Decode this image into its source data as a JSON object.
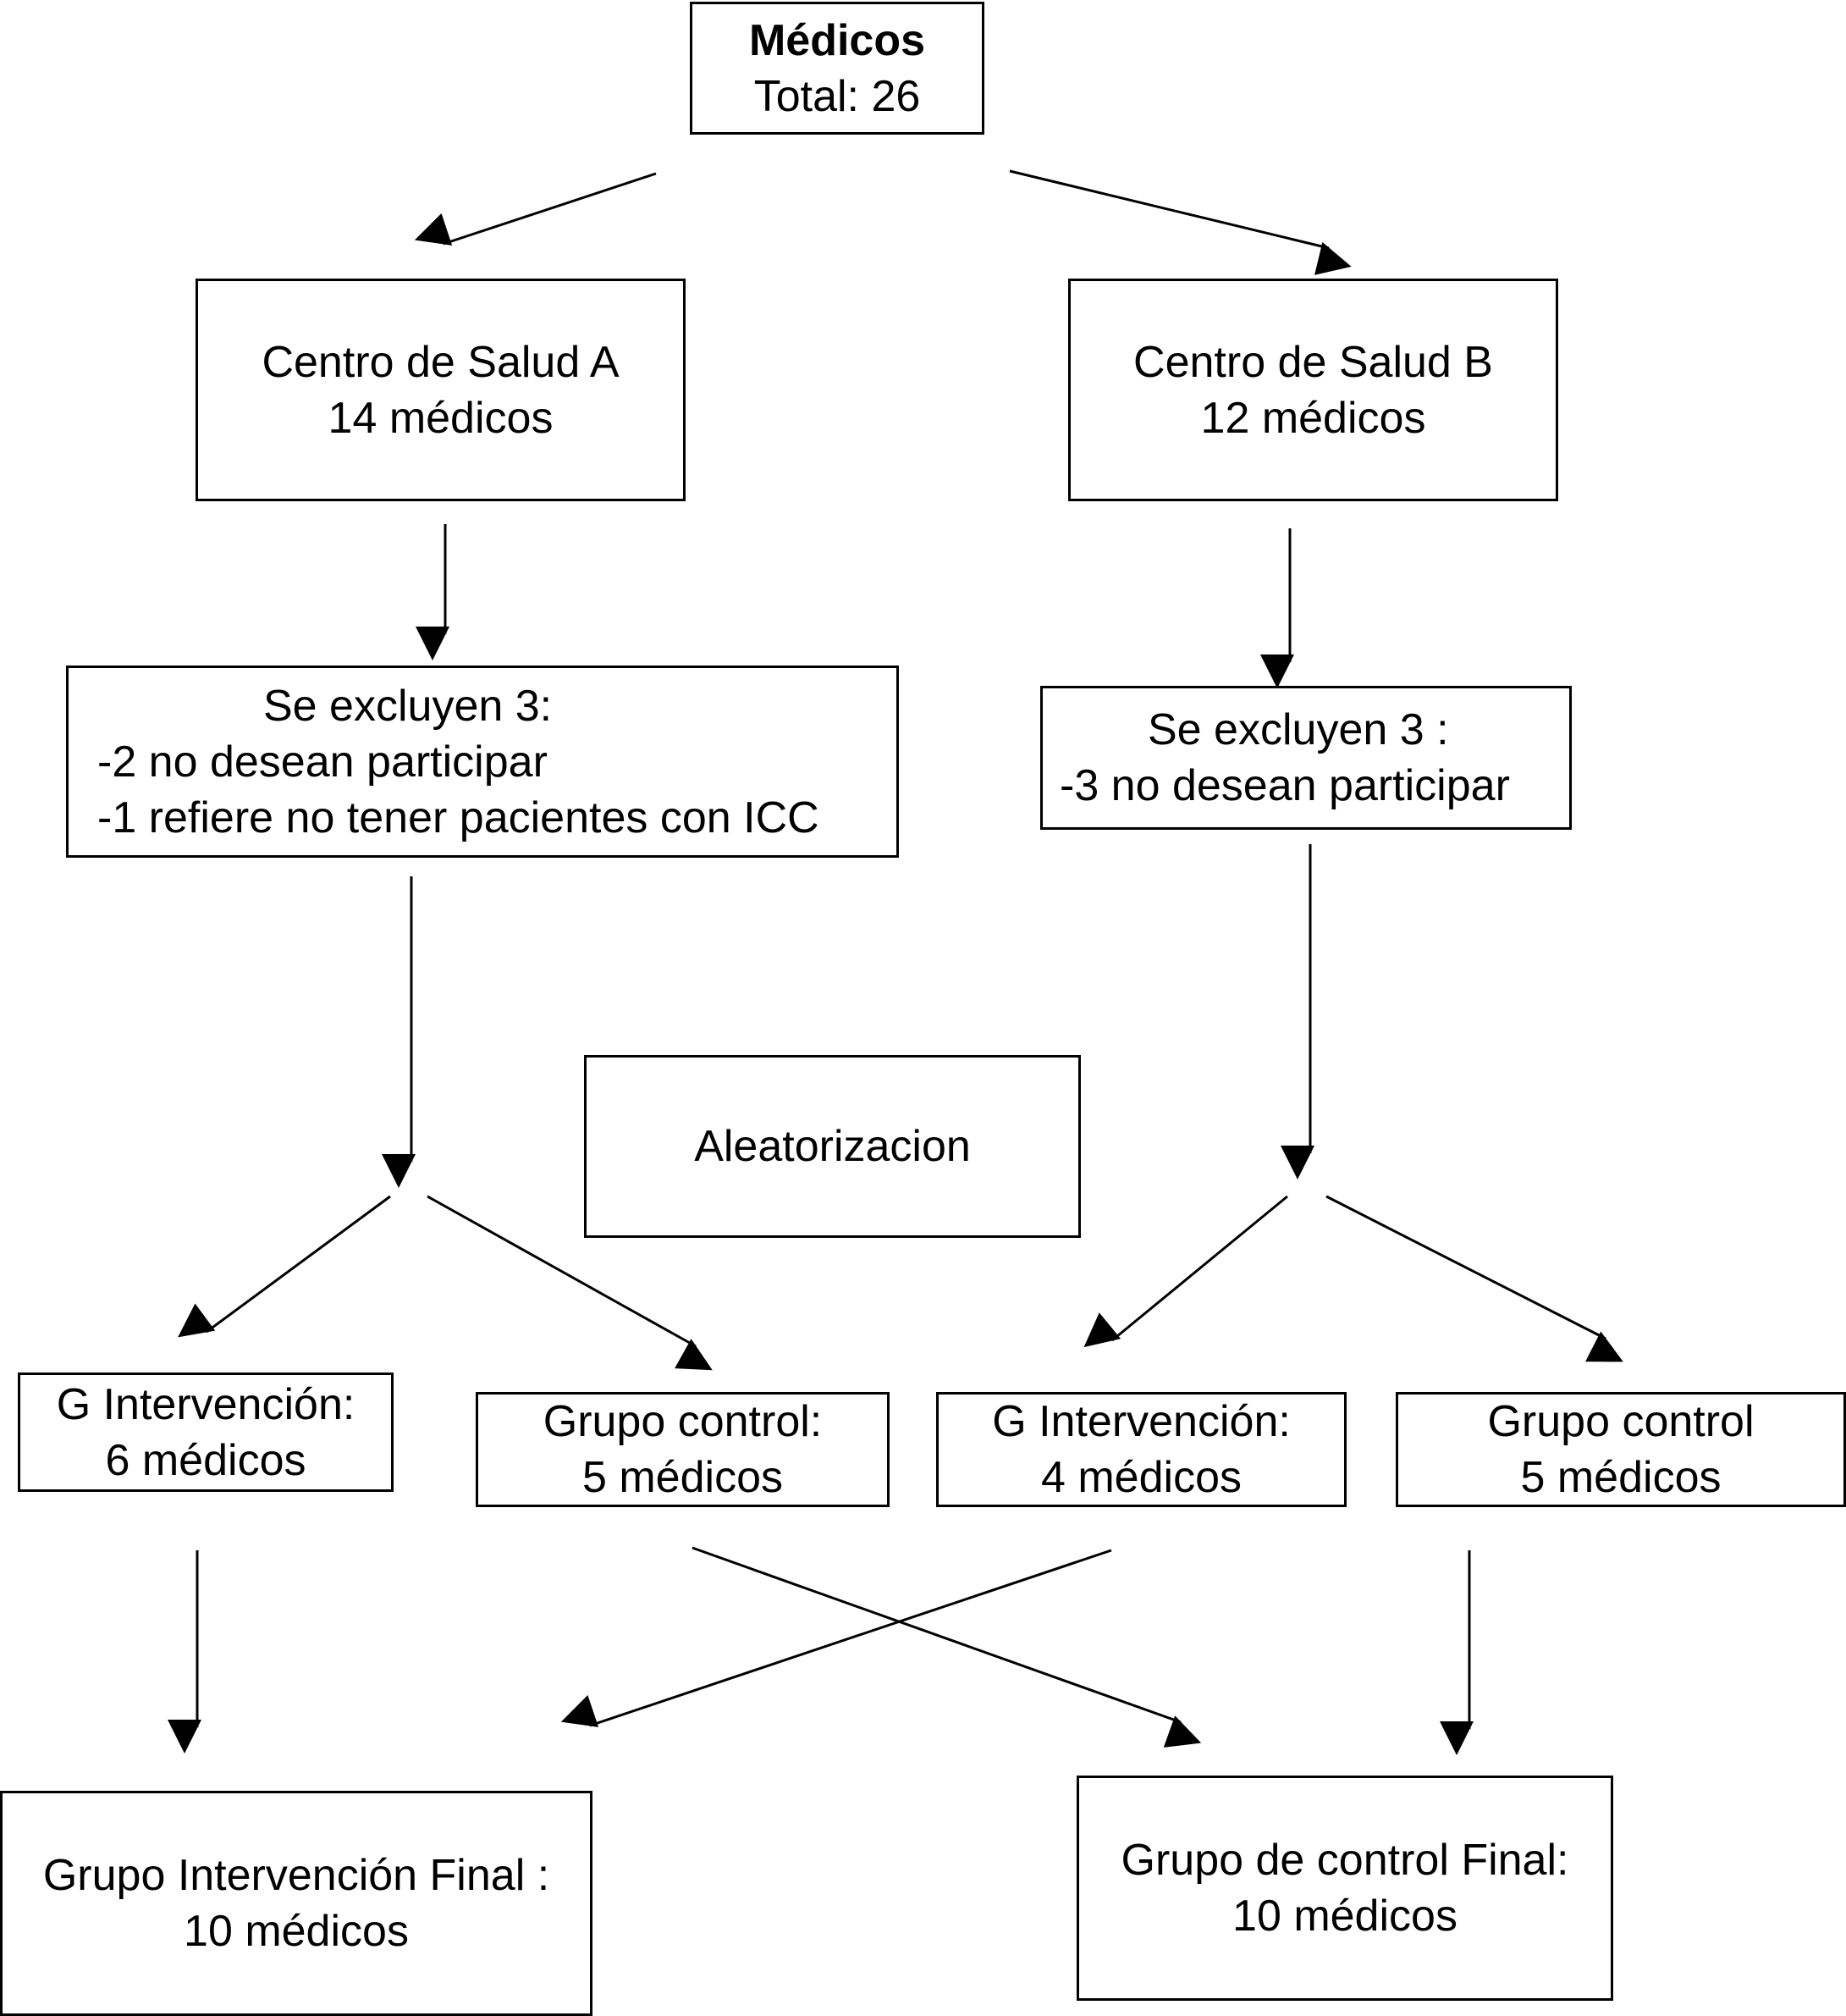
{
  "top": {
    "title": "Médicos",
    "total": "Total: 26"
  },
  "center_a": {
    "name": "Centro de Salud A",
    "count": "14 médicos"
  },
  "center_b": {
    "name": "Centro de Salud B",
    "count": "12 médicos"
  },
  "excl_a": {
    "title": "Se excluyen 3:",
    "line1": "-2 no desean participar",
    "line2": "-1 refiere no tener pacientes con ICC"
  },
  "excl_b": {
    "title": "Se excluyen 3 :",
    "line1": "-3 no desean participar"
  },
  "random": {
    "label": "Aleatorizacion"
  },
  "a_int": {
    "title": "G Intervención:",
    "count": "6 médicos"
  },
  "a_ctrl": {
    "title": "Grupo control:",
    "count": "5 médicos"
  },
  "b_int": {
    "title": "G Intervención:",
    "count": "4 médicos"
  },
  "b_ctrl": {
    "title": "Grupo control",
    "count": "5 médicos"
  },
  "final_int": {
    "title": "Grupo Intervención Final :",
    "count": "10 médicos"
  },
  "final_ctrl": {
    "title": "Grupo de control Final:",
    "count": "10 médicos"
  },
  "colors": {
    "stroke": "#000000",
    "background": "#ffffff"
  }
}
